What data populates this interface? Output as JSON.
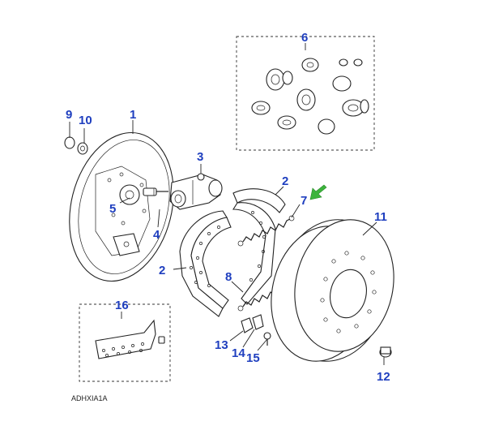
{
  "diagram": {
    "reference_code": "ADHXIA1A",
    "callouts": [
      {
        "id": "c1",
        "label": "1"
      },
      {
        "id": "c2a",
        "label": "2"
      },
      {
        "id": "c2b",
        "label": "2"
      },
      {
        "id": "c3",
        "label": "3"
      },
      {
        "id": "c4",
        "label": "4"
      },
      {
        "id": "c5",
        "label": "5"
      },
      {
        "id": "c6",
        "label": "6"
      },
      {
        "id": "c7",
        "label": "7"
      },
      {
        "id": "c8",
        "label": "8"
      },
      {
        "id": "c9",
        "label": "9"
      },
      {
        "id": "c10",
        "label": "10"
      },
      {
        "id": "c11",
        "label": "11"
      },
      {
        "id": "c12",
        "label": "12"
      },
      {
        "id": "c13",
        "label": "13"
      },
      {
        "id": "c14",
        "label": "14"
      },
      {
        "id": "c15",
        "label": "15"
      },
      {
        "id": "c16",
        "label": "16"
      }
    ],
    "colors": {
      "callout": "#1f3fbf",
      "highlight_arrow": "#3cb43c",
      "line": "#222222"
    }
  }
}
